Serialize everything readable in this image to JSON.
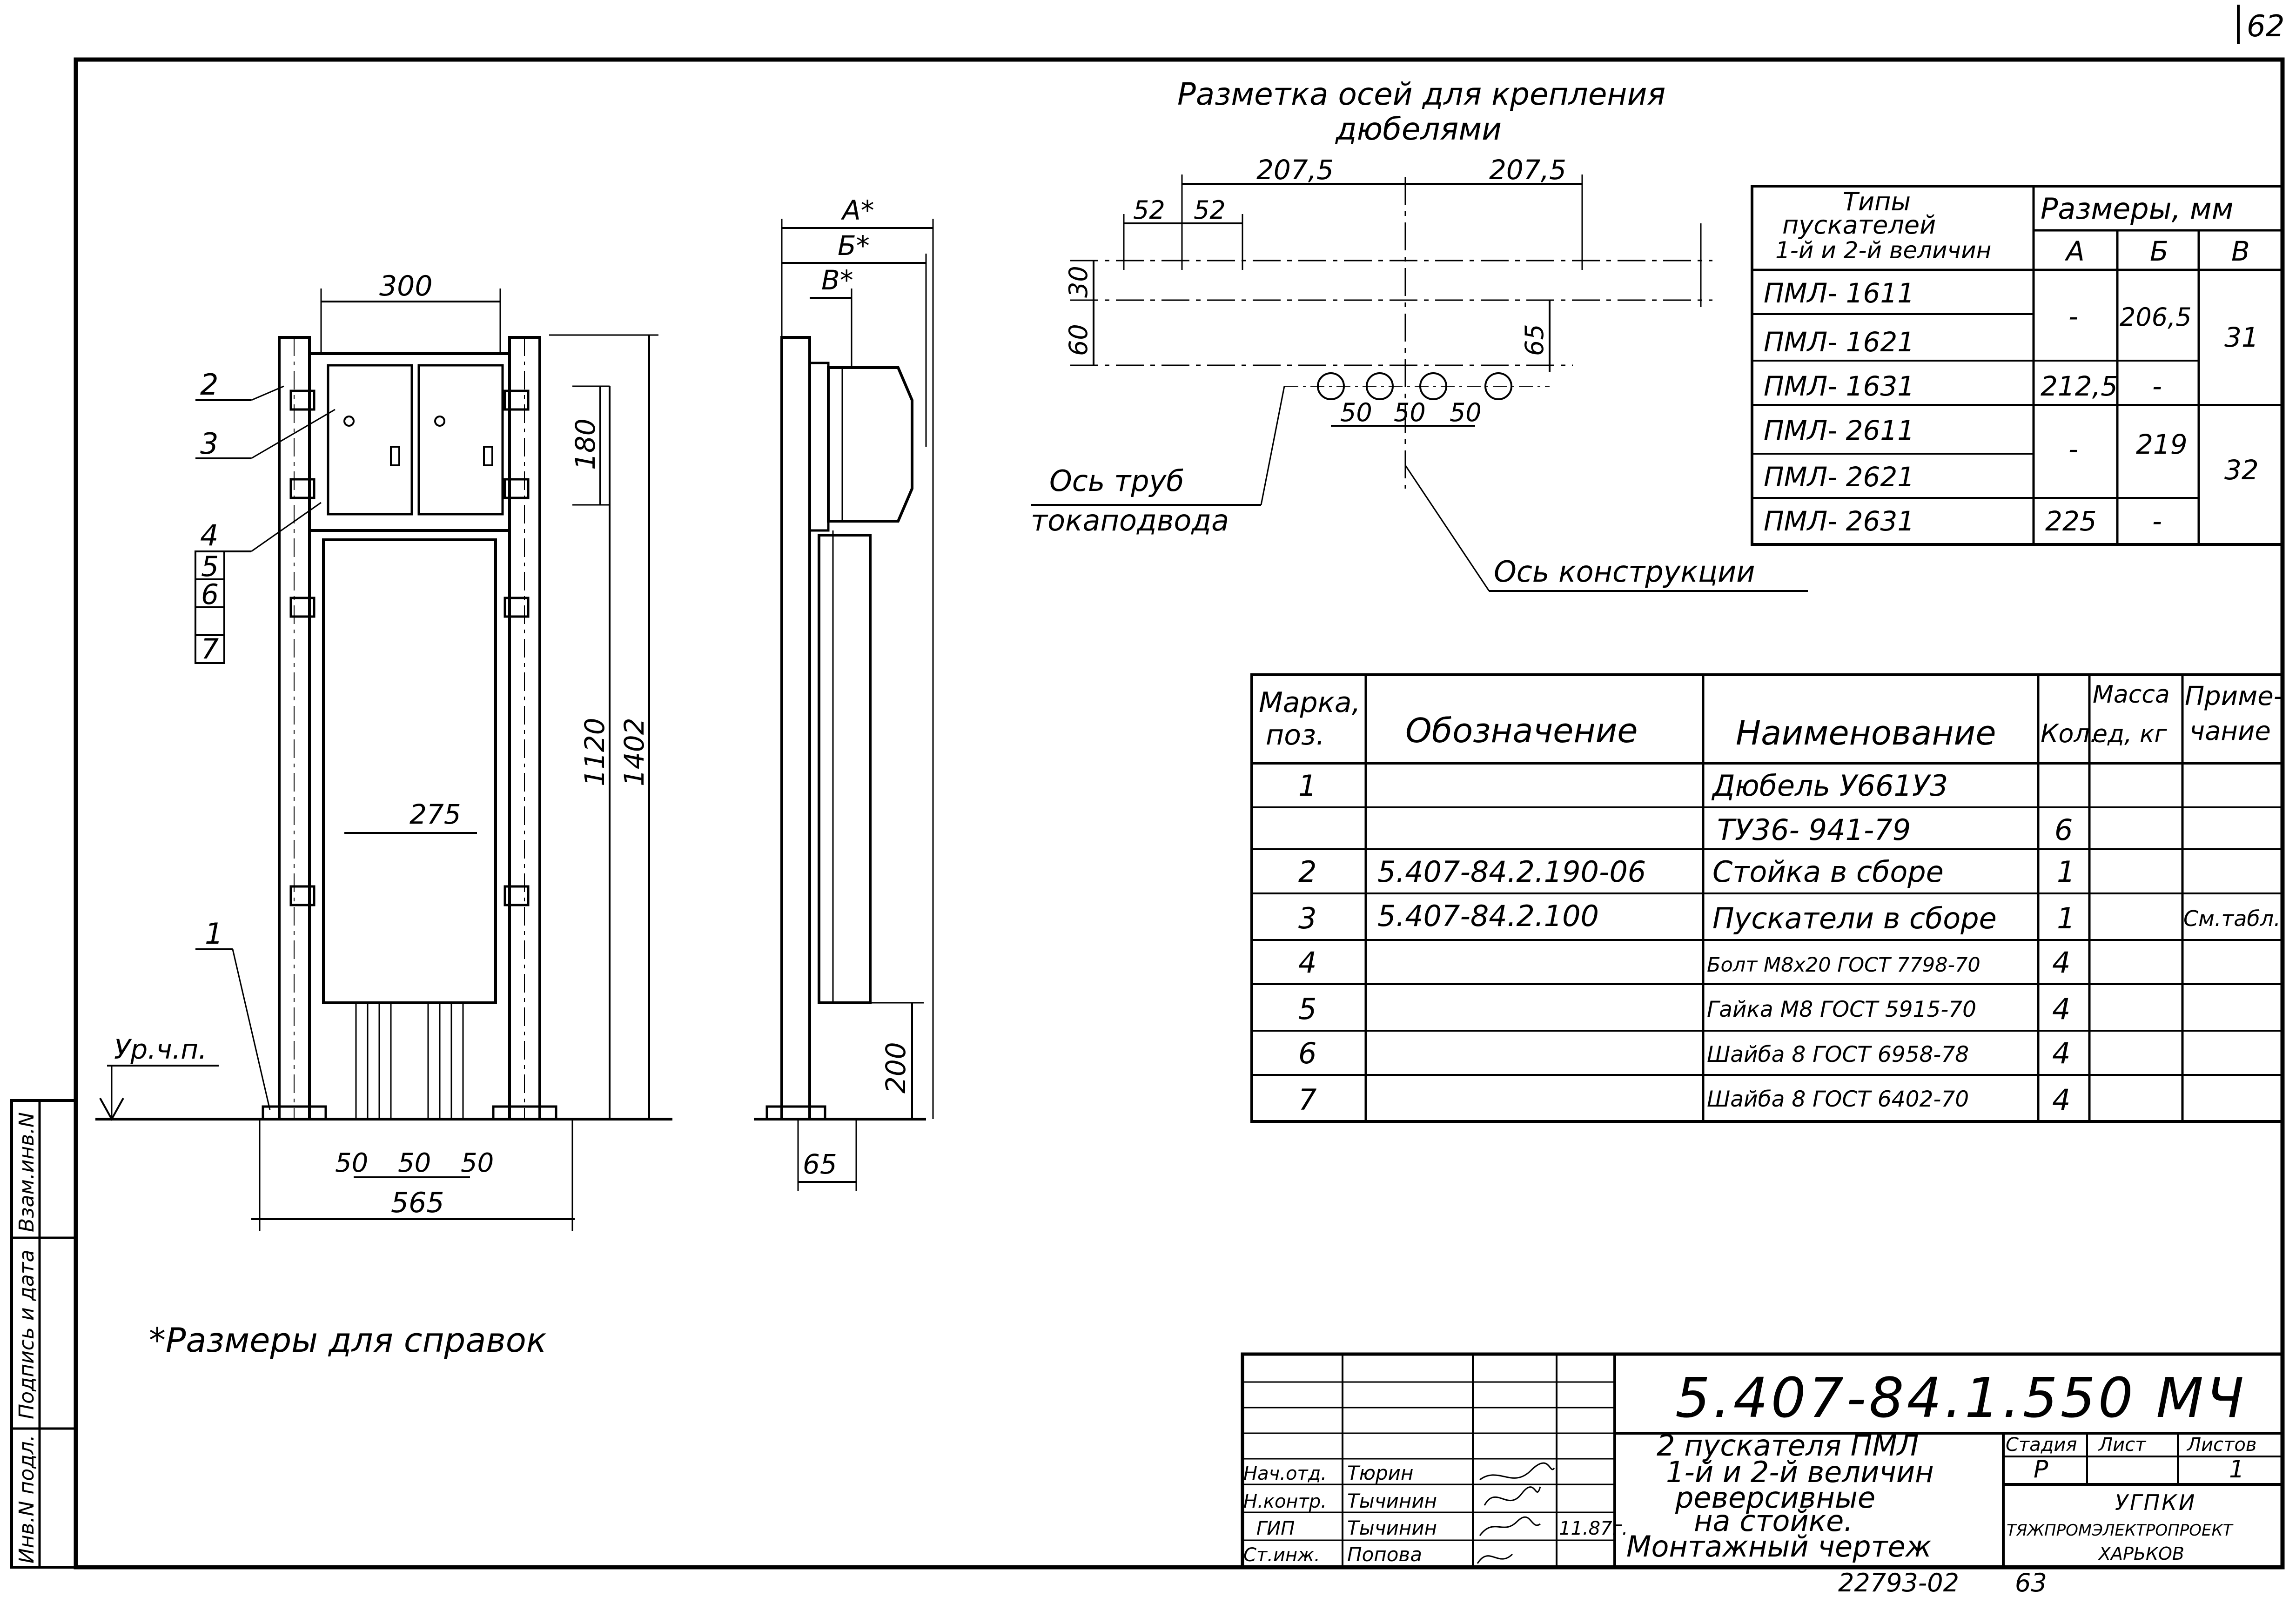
{
  "sheet": {
    "number": "62",
    "footer_number": "22793-02",
    "footer_page": "63"
  },
  "side_stamp": [
    "Взам.инв.N",
    "Подпись и дата",
    "Инв.N подл."
  ],
  "axis_plan": {
    "title_line1": "Разметка осей для крепления",
    "title_line2": "дюбелями",
    "dims": {
      "top_left": "207,5",
      "top_right": "207,5",
      "small_a": "52",
      "small_b": "52",
      "v1": "30",
      "v2": "60",
      "v3": "65",
      "p1": "50",
      "p2": "50",
      "p3": "50"
    },
    "label_pipes_1": "Ось труб",
    "label_pipes_2": "токаподвода",
    "label_construction": "Ось конструкции"
  },
  "front_view": {
    "dims": {
      "top": "300",
      "inner": "275",
      "h180": "180",
      "h1120": "1120",
      "h1402": "1402",
      "b1": "50",
      "b2": "50",
      "b3": "50",
      "total": "565"
    },
    "callouts": [
      "2",
      "3",
      "4",
      "5",
      "6",
      "7"
    ],
    "callout_1": "1",
    "floor_label": "Ур.ч.п."
  },
  "side_view": {
    "dims": {
      "a": "А*",
      "b": "Б*",
      "c": "В*",
      "h200": "200",
      "w65": "65"
    }
  },
  "note": "*Размеры для справок",
  "sizes_table": {
    "header_types_1": "Типы",
    "header_types_2": "пускателей",
    "header_types_3": "1-й и 2-й величин",
    "header_sizes": "Размеры, мм",
    "col_a": "А",
    "col_b": "Б",
    "col_c": "В",
    "types": [
      "ПМЛ- 1611",
      "ПМЛ- 1621",
      "ПМЛ- 1631",
      "ПМЛ- 2611",
      "ПМЛ- 2621",
      "ПМЛ- 2631"
    ],
    "a_values": [
      "-",
      "212,5",
      "-",
      "225"
    ],
    "b_values": [
      "206,5",
      "-",
      "219",
      "-"
    ],
    "c_values": [
      "31",
      "32"
    ]
  },
  "spec_table": {
    "headers": {
      "pos_1": "Марка,",
      "pos_2": "поз.",
      "designation": "Обозначение",
      "name": "Наименование",
      "qty": "Кол.",
      "mass_1": "Масса",
      "mass_2": "ед, кг",
      "note_1": "Приме-",
      "note_2": "чание"
    },
    "rows": [
      {
        "pos": "1",
        "designation": "",
        "name": "Дюбель У661У3",
        "qty": "",
        "mass": "",
        "note": ""
      },
      {
        "pos": "",
        "designation": "",
        "name": "ТУ36- 941-79",
        "qty": "6",
        "mass": "",
        "note": ""
      },
      {
        "pos": "2",
        "designation": "5.407-84.2.190-06",
        "name": "Стойка в сборе",
        "qty": "1",
        "mass": "",
        "note": ""
      },
      {
        "pos": "3",
        "designation": "5.407-84.2.100",
        "name": "Пускатели в сборе",
        "qty": "1",
        "mass": "",
        "note": "См.табл."
      },
      {
        "pos": "4",
        "designation": "",
        "name": "Болт М8х20 ГОСТ 7798-70",
        "qty": "4",
        "mass": "",
        "note": ""
      },
      {
        "pos": "5",
        "designation": "",
        "name": "Гайка М8 ГОСТ 5915-70",
        "qty": "4",
        "mass": "",
        "note": ""
      },
      {
        "pos": "6",
        "designation": "",
        "name": "Шайба 8 ГОСТ 6958-78",
        "qty": "4",
        "mass": "",
        "note": ""
      },
      {
        "pos": "7",
        "designation": "",
        "name": "Шайба 8 ГОСТ 6402-70",
        "qty": "4",
        "mass": "",
        "note": ""
      }
    ]
  },
  "title_block": {
    "code": "5.407-84.1.550 МЧ",
    "roles": [
      "Нач.отд.",
      "Н.контр.",
      "ГИП",
      "Ст.инж."
    ],
    "names": [
      "Тюрин",
      "Тычинин",
      "Тычинин",
      "Попова"
    ],
    "date": "11.87г.",
    "desc": [
      "2 пускателя ПМЛ",
      "1-й и 2-й величин",
      "реверсивные",
      "на стойке.",
      "Монтажный чертеж"
    ],
    "stage_label": "Стадия",
    "sheet_label": "Лист",
    "sheets_label": "Листов",
    "stage": "Р",
    "sheets": "1",
    "org": [
      "УГПКИ",
      "ТЯЖПРОМЭЛЕКТРОПРОЕКТ",
      "ХАРЬКОВ"
    ]
  }
}
